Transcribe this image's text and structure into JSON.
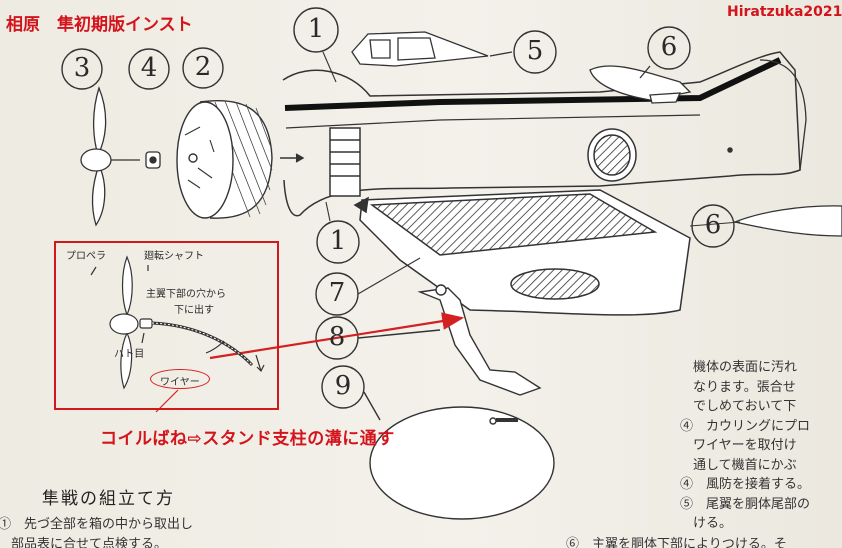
{
  "header": {
    "title": "相原　隼初期版インスト",
    "credit": "Hiratzuka2021"
  },
  "parts": {
    "n1a": "1",
    "n1b": "1",
    "n2": "2",
    "n3": "3",
    "n4": "4",
    "n5": "5",
    "n6a": "6",
    "n6b": "6",
    "n7": "7",
    "n8": "8",
    "n9": "9"
  },
  "inset": {
    "propeller": "プロペラ",
    "shaft": "廻転シャフト",
    "hole_line1": "主翼下部の穴から",
    "hole_line2": "下に出す",
    "grommet": "ハト目",
    "wire": "ワイヤー"
  },
  "annotation": "コイルばね⇨スタンド支柱の溝に通す",
  "instructions": {
    "heading": "隼戦の組立て方",
    "left": [
      "①　先づ全部を箱の中から取出し",
      "　部品表に合せて点検する。"
    ],
    "right": [
      "　機体の表面に汚れ",
      "　なります。張合せ",
      "　でしめておいて下",
      "④　カウリングにプロ",
      "　ワイヤーを取付け",
      "　通して機首にかぶ",
      "④　風防を接着する。",
      "⑤　尾翼を胴体尾部の",
      "　ける。",
      "⑥　主翼を胴体下部によりつける。そ"
    ]
  },
  "colors": {
    "accent_red": "#d4141c",
    "paper": "#efece4",
    "ink": "#2a2a2a"
  }
}
